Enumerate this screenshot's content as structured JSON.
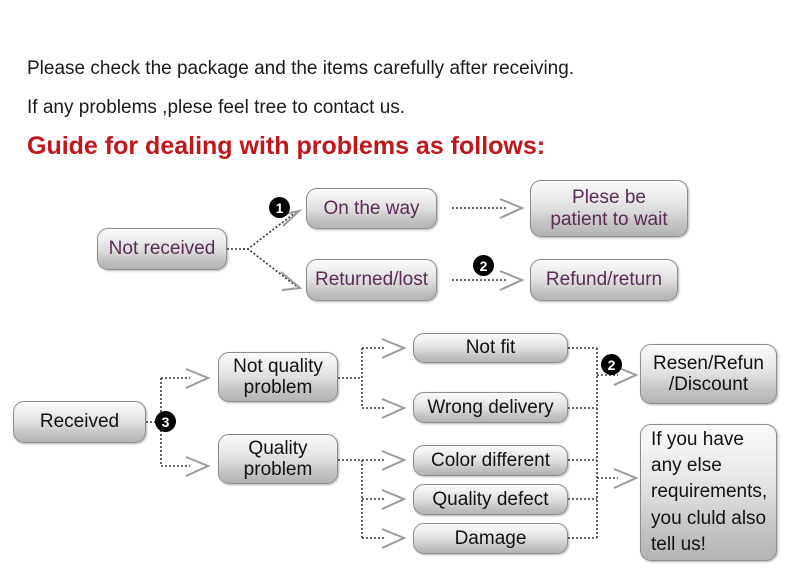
{
  "header": {
    "line1": "Please check the package and the items carefully after receiving.",
    "line2": "If any problems ,plese feel tree to contact us.",
    "title": "Guide for dealing with problems as follows:",
    "title_color": "#c2161b"
  },
  "colors": {
    "purple_text": "#5d2b57",
    "black_text": "#121212",
    "box_border": "#8d8d8d",
    "badge_fill": "#000000",
    "connector": "#3a3a3a",
    "arrowhead": "#9a9a9a"
  },
  "flow_top": {
    "start": "Not received",
    "branches": [
      {
        "label": "On the way",
        "result": "Plese be\npatient to wait",
        "result_line1": "Plese be",
        "result_line2": "patient to wait"
      },
      {
        "label": "Returned/lost",
        "result": "Refund/return"
      }
    ],
    "badges": [
      "1",
      "2"
    ]
  },
  "flow_bottom": {
    "start": "Received",
    "badge": "3",
    "categories": [
      {
        "line1": "Not quality",
        "line2": "problem",
        "items": [
          "Not fit",
          "Wrong delivery"
        ]
      },
      {
        "line1": "Quality",
        "line2": "problem",
        "items": [
          "Color different",
          "Quality defect",
          "Damage"
        ]
      }
    ],
    "outcome": {
      "line1": "Resen/Refun",
      "line2": "/Discount",
      "badge": "2"
    },
    "note": {
      "line1": "If you have",
      "line2": "any else",
      "line3": "requirements,",
      "line4": "you cluld also",
      "line5": "tell us!"
    }
  }
}
